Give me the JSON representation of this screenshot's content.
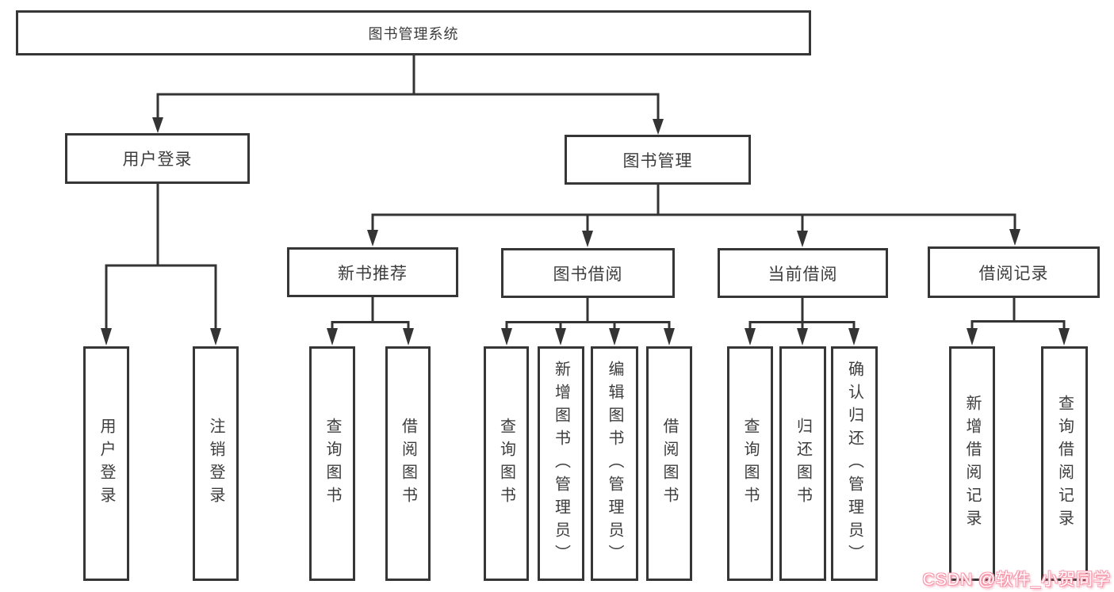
{
  "tree": {
    "root": {
      "label": "图书管理系统"
    },
    "user_login": {
      "label": "用户登录",
      "children": [
        {
          "label": "用户登录"
        },
        {
          "label": "注销登录"
        }
      ]
    },
    "book_mgmt": {
      "label": "图书管理",
      "sections": [
        {
          "label": "新书推荐",
          "children": [
            {
              "label": "查询图书"
            },
            {
              "label": "借阅图书"
            }
          ]
        },
        {
          "label": "图书借阅",
          "children": [
            {
              "label": "查询图书"
            },
            {
              "label": "新增图书（管理员）"
            },
            {
              "label": "编辑图书（管理员）"
            },
            {
              "label": "借阅图书"
            }
          ]
        },
        {
          "label": "当前借阅",
          "children": [
            {
              "label": "查询图书"
            },
            {
              "label": "归还图书"
            },
            {
              "label": "确认归还（管理员）"
            }
          ]
        },
        {
          "label": "借阅记录",
          "children": [
            {
              "label": "新增借阅记录"
            },
            {
              "label": "查询借阅记录"
            }
          ]
        }
      ]
    }
  },
  "watermark": {
    "text": "CSDN @软件_小贺同学"
  },
  "colors": {
    "line": "#343434",
    "border": "#363636",
    "text": "#3d3d3d",
    "watermark_pink": "#f99aac"
  }
}
